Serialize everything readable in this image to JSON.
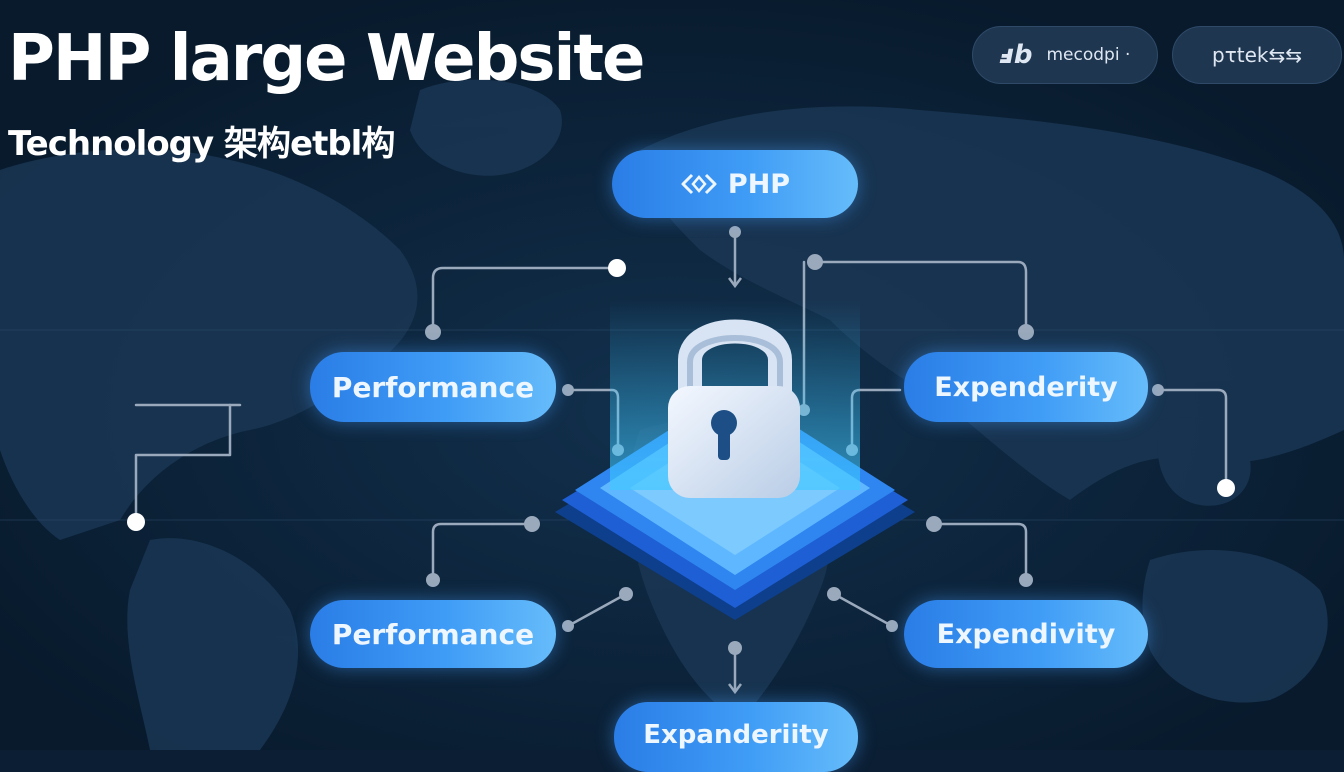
{
  "header": {
    "title": "PHP large Website",
    "subtitle": "Technology 架构etbl构"
  },
  "top_chips": [
    {
      "glyph": "ⅎb",
      "label": "mecodpi ·"
    },
    {
      "glyph": "",
      "label": "pτtek⇆⇆"
    }
  ],
  "nodes": {
    "php": {
      "label": "PHP",
      "icon": "code-brackets-icon"
    },
    "performance_top": {
      "label": "Performance"
    },
    "expendurity_top": {
      "label": "Expenderity"
    },
    "performance_bottom": {
      "label": "Performance"
    },
    "expendurity_bottom": {
      "label": "Expendivity"
    },
    "bottom": {
      "label": "Expanderiity"
    }
  },
  "hub": {
    "icon": "padlock-icon"
  },
  "colors": {
    "background": "#0b1e33",
    "pill_start": "#2a7de6",
    "pill_end": "#66bcfa",
    "connector": "#9aa9bb",
    "platform_glow": "#3fc8ff"
  }
}
